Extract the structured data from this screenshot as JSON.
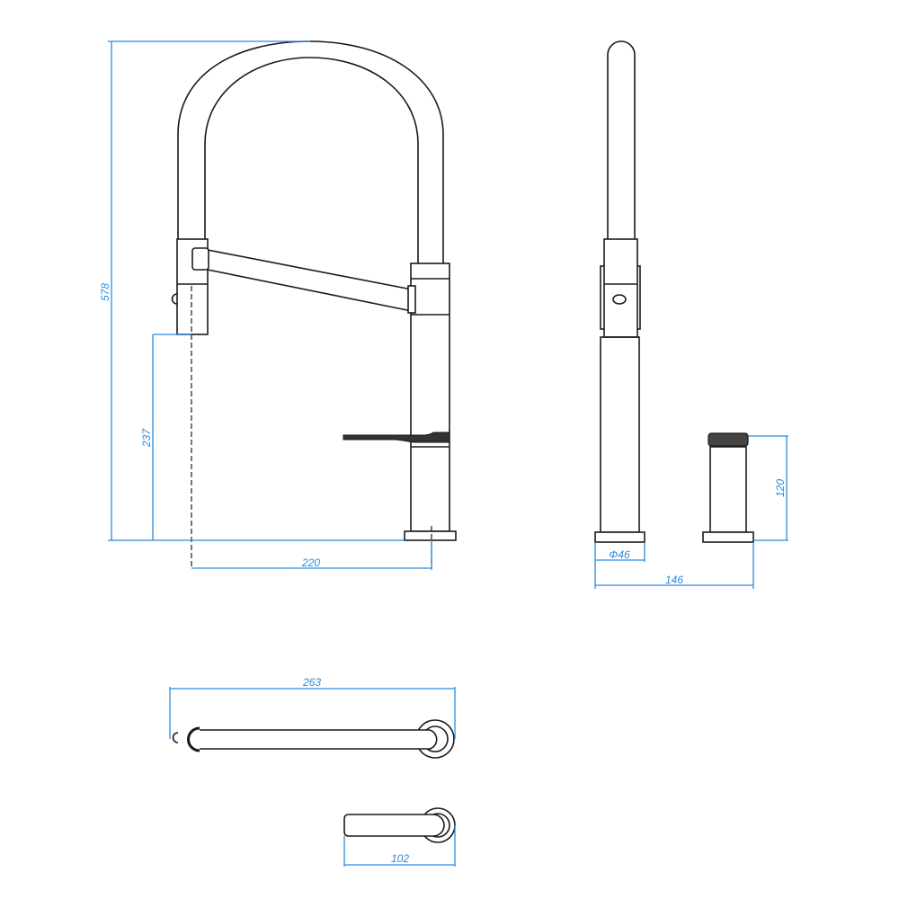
{
  "dimensions": {
    "front_height": "578",
    "spout_height": "237",
    "spout_reach": "220",
    "base_diameter": "Φ46",
    "center_distance": "146",
    "valve_height": "120",
    "top_length": "263",
    "lever_length": "102"
  },
  "colors": {
    "dimension_line": "#2a8be0",
    "outline": "#1a1a1a"
  }
}
